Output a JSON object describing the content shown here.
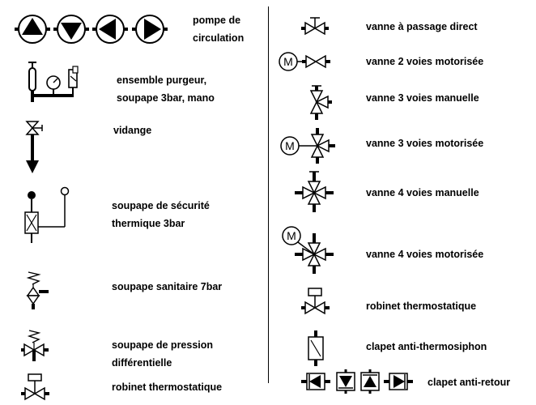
{
  "legend": {
    "left": [
      {
        "id": "pompe",
        "icon": "circulation-pump-icon",
        "lines": [
          "pompe de",
          "circulation"
        ]
      },
      {
        "id": "purgeur",
        "icon": "purge-valve-gauge-assembly-icon",
        "lines": [
          "ensemble purgeur,",
          "soupape 3bar, mano"
        ]
      },
      {
        "id": "vidange",
        "icon": "drain-valve-icon",
        "lines": [
          "vidange"
        ]
      },
      {
        "id": "soupape-thermique",
        "icon": "thermal-safety-valve-icon",
        "lines": [
          "soupape de sécurité",
          "thermique 3bar"
        ]
      },
      {
        "id": "soupape-sanitaire",
        "icon": "sanitary-relief-valve-icon",
        "lines": [
          "soupape sanitaire 7bar"
        ]
      },
      {
        "id": "soupape-diff",
        "icon": "differential-pressure-valve-icon",
        "lines": [
          "soupape de pression",
          "différentielle"
        ]
      },
      {
        "id": "robinet-thermo-left",
        "icon": "thermostatic-valve-icon",
        "lines": [
          "robinet thermostatique"
        ]
      }
    ],
    "right": [
      {
        "id": "vanne-direct",
        "icon": "straight-valve-icon",
        "lines": [
          "vanne à passage direct"
        ]
      },
      {
        "id": "vanne-2v-moto",
        "icon": "motorized-2-way-valve-icon",
        "lines": [
          "vanne 2 voies motorisée"
        ]
      },
      {
        "id": "vanne-3v-man",
        "icon": "manual-3-way-valve-icon",
        "lines": [
          "vanne 3 voies manuelle"
        ]
      },
      {
        "id": "vanne-3v-moto",
        "icon": "motorized-3-way-valve-icon",
        "lines": [
          "vanne 3 voies motorisée"
        ]
      },
      {
        "id": "vanne-4v-man",
        "icon": "manual-4-way-valve-icon",
        "lines": [
          "vanne 4 voies manuelle"
        ]
      },
      {
        "id": "vanne-4v-moto",
        "icon": "motorized-4-way-valve-icon",
        "lines": [
          "vanne 4 voies motorisée"
        ]
      },
      {
        "id": "robinet-thermo-right",
        "icon": "thermostatic-valve-icon",
        "lines": [
          "robinet thermostatique"
        ]
      },
      {
        "id": "clapet-thermosiphon",
        "icon": "anti-thermosiphon-valve-icon",
        "lines": [
          "clapet anti-thermosiphon"
        ]
      },
      {
        "id": "clapet-retour",
        "icon": "check-valve-icon",
        "lines": [
          "clapet anti-retour"
        ]
      }
    ]
  },
  "motor_letter": "M"
}
